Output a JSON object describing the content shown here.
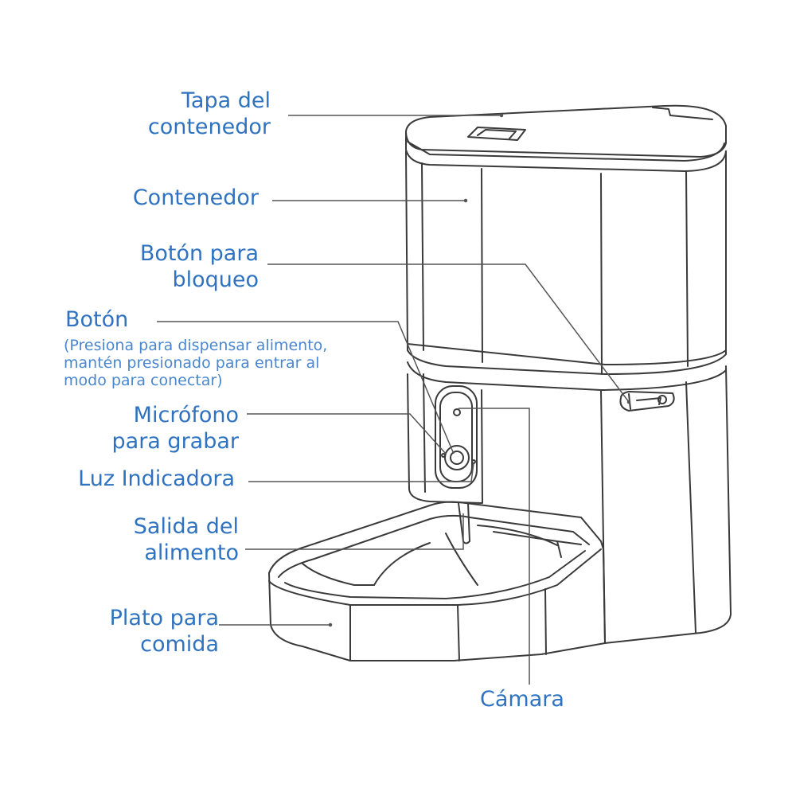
{
  "labels": {
    "tapa": {
      "line1": "Tapa del",
      "line2": "contenedor"
    },
    "contenedor": {
      "line1": "Contenedor"
    },
    "boton_bloqueo": {
      "line1": "Botón para",
      "line2": "bloqueo"
    },
    "boton": {
      "line1": "Botón",
      "note1": "(Presiona para dispensar alimento,",
      "note2": "mantén presionado para entrar al",
      "note3": "modo para conectar)"
    },
    "microfono": {
      "line1": "Micrófono",
      "line2": "para grabar"
    },
    "luz": {
      "line1": "Luz Indicadora"
    },
    "salida": {
      "line1": "Salida del",
      "line2": "alimento"
    },
    "plato": {
      "line1": "Plato para",
      "line2": "comida"
    },
    "camara": {
      "line1": "Cámara"
    }
  },
  "colors": {
    "label_text": "#2f73c0",
    "note_text": "#4a87cf",
    "drawing_stroke": "#3a3a3a",
    "leader_line": "#555555"
  }
}
